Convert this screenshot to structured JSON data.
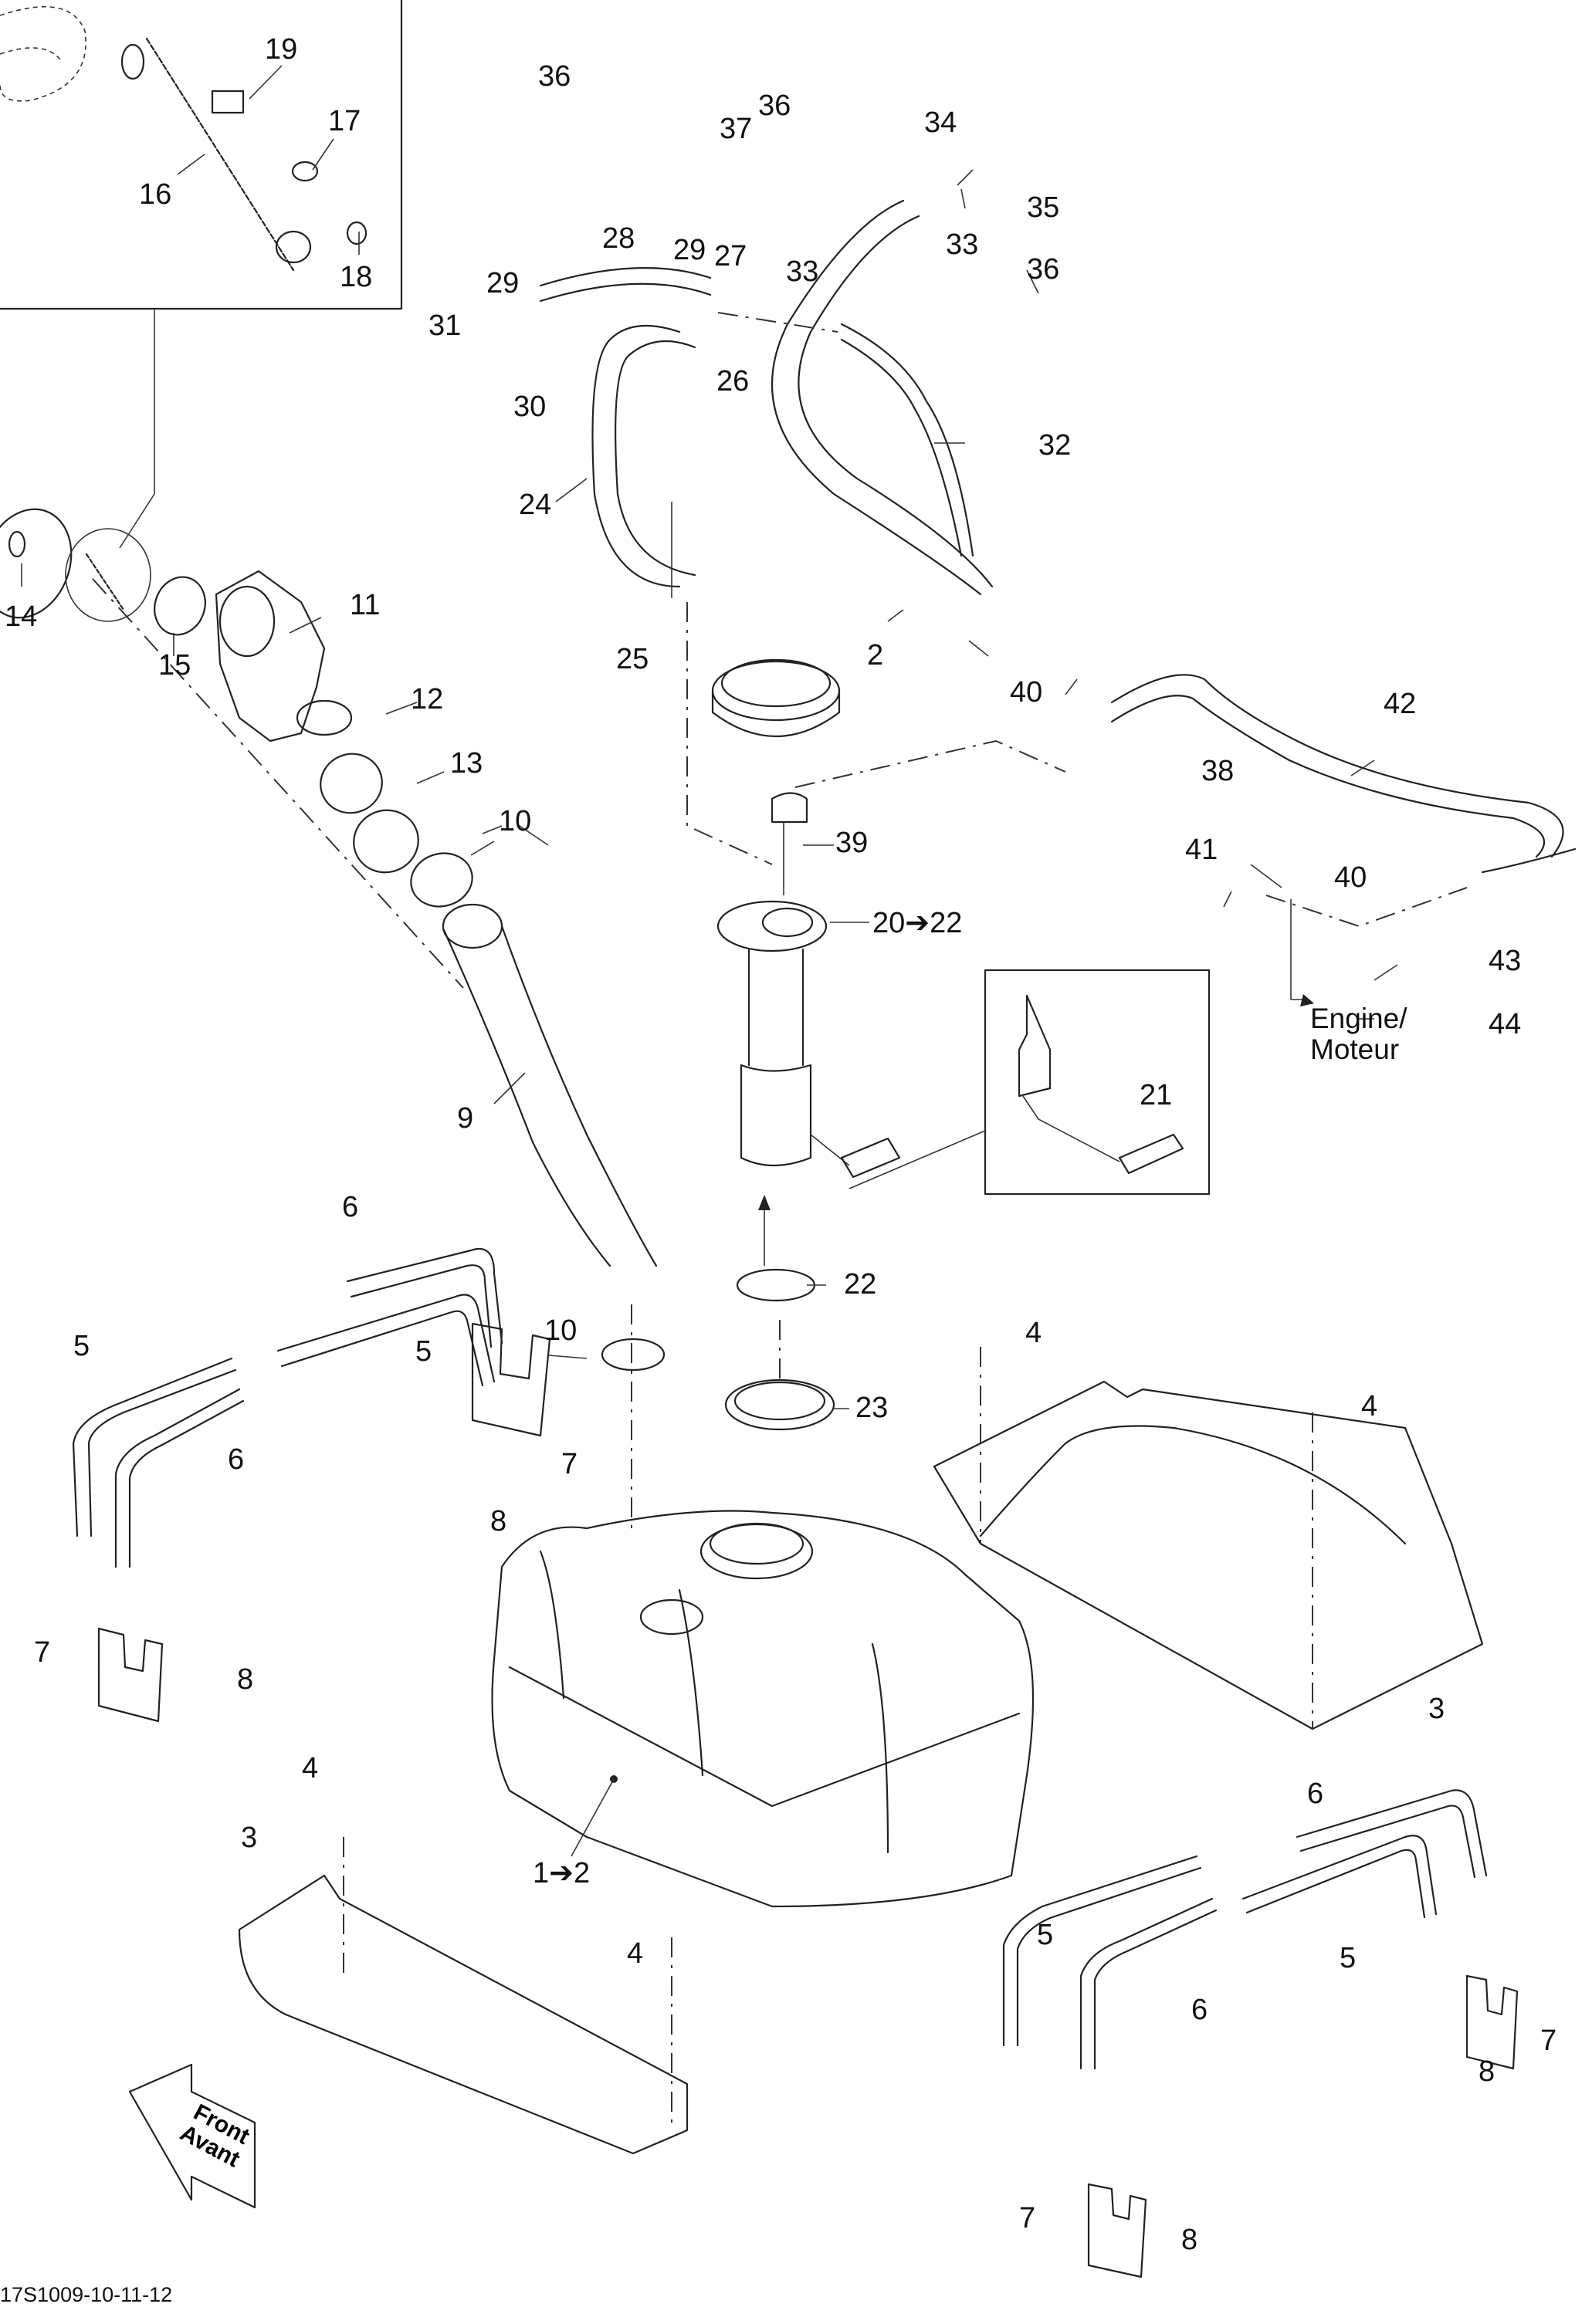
{
  "diagram": {
    "drawing_code": "17S1009-10-11-12",
    "direction_note": {
      "line1": "Front",
      "line2": "Avant"
    },
    "destination_note": {
      "line1": "Engine/",
      "line2": "Moteur"
    },
    "callouts": {
      "c1": "1➔2",
      "c2": "2",
      "c3a": "3",
      "c3b": "3",
      "c4a": "4",
      "c4b": "4",
      "c4c": "4",
      "c4d": "4",
      "c5a": "5",
      "c5b": "5",
      "c5c": "5",
      "c5d": "5",
      "c6a": "6",
      "c6b": "6",
      "c6c": "6",
      "c6d": "6",
      "c7a": "7",
      "c7b": "7",
      "c7c": "7",
      "c7d": "7",
      "c8a": "8",
      "c8b": "8",
      "c8c": "8",
      "c8d": "8",
      "c9": "9",
      "c10a": "10",
      "c10b": "10",
      "c11": "11",
      "c12": "12",
      "c13": "13",
      "c14": "14",
      "c15": "15",
      "c16": "16",
      "c17": "17",
      "c18": "18",
      "c19": "19",
      "c20": "20➔22",
      "c21": "21",
      "c22": "22",
      "c23": "23",
      "c24": "24",
      "c25": "25",
      "c26": "26",
      "c27": "27",
      "c28": "28",
      "c29a": "29",
      "c29b": "29",
      "c30": "30",
      "c31": "31",
      "c32": "32",
      "c33a": "33",
      "c33b": "33",
      "c34": "34",
      "c35": "35",
      "c36a": "36",
      "c36b": "36",
      "c36c": "36",
      "c37": "37",
      "c38": "38",
      "c39": "39",
      "c40a": "40",
      "c40b": "40",
      "c41": "41",
      "c42": "42",
      "c43": "43",
      "c44": "44"
    }
  }
}
